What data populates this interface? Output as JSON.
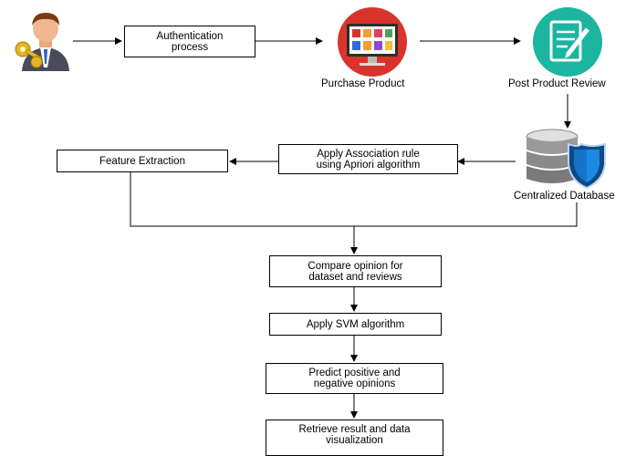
{
  "nodes": {
    "user": {
      "icon": "user-key-icon"
    },
    "authentication": {
      "label": "Authentication\nprocess"
    },
    "purchase": {
      "label": "Purchase Product",
      "icon": "shopping-monitor-icon",
      "color": "#d9342b"
    },
    "review": {
      "label": "Post Product Review",
      "icon": "notepad-pen-icon",
      "color": "#1bb5a0"
    },
    "database": {
      "label": "Centralized Database",
      "icon": "database-shield-icon",
      "color": "#1673c8"
    },
    "apriori": {
      "label": "Apply Association rule\nusing Apriori algorithm"
    },
    "feature": {
      "label": "Feature Extraction"
    },
    "compare": {
      "label": "Compare opinion for\ndataset and reviews"
    },
    "svm": {
      "label": "Apply SVM algorithm"
    },
    "predict": {
      "label": "Predict positive and\nnegative opinions"
    },
    "retrieve": {
      "label": "Retrieve result and data\nvisualization"
    }
  }
}
